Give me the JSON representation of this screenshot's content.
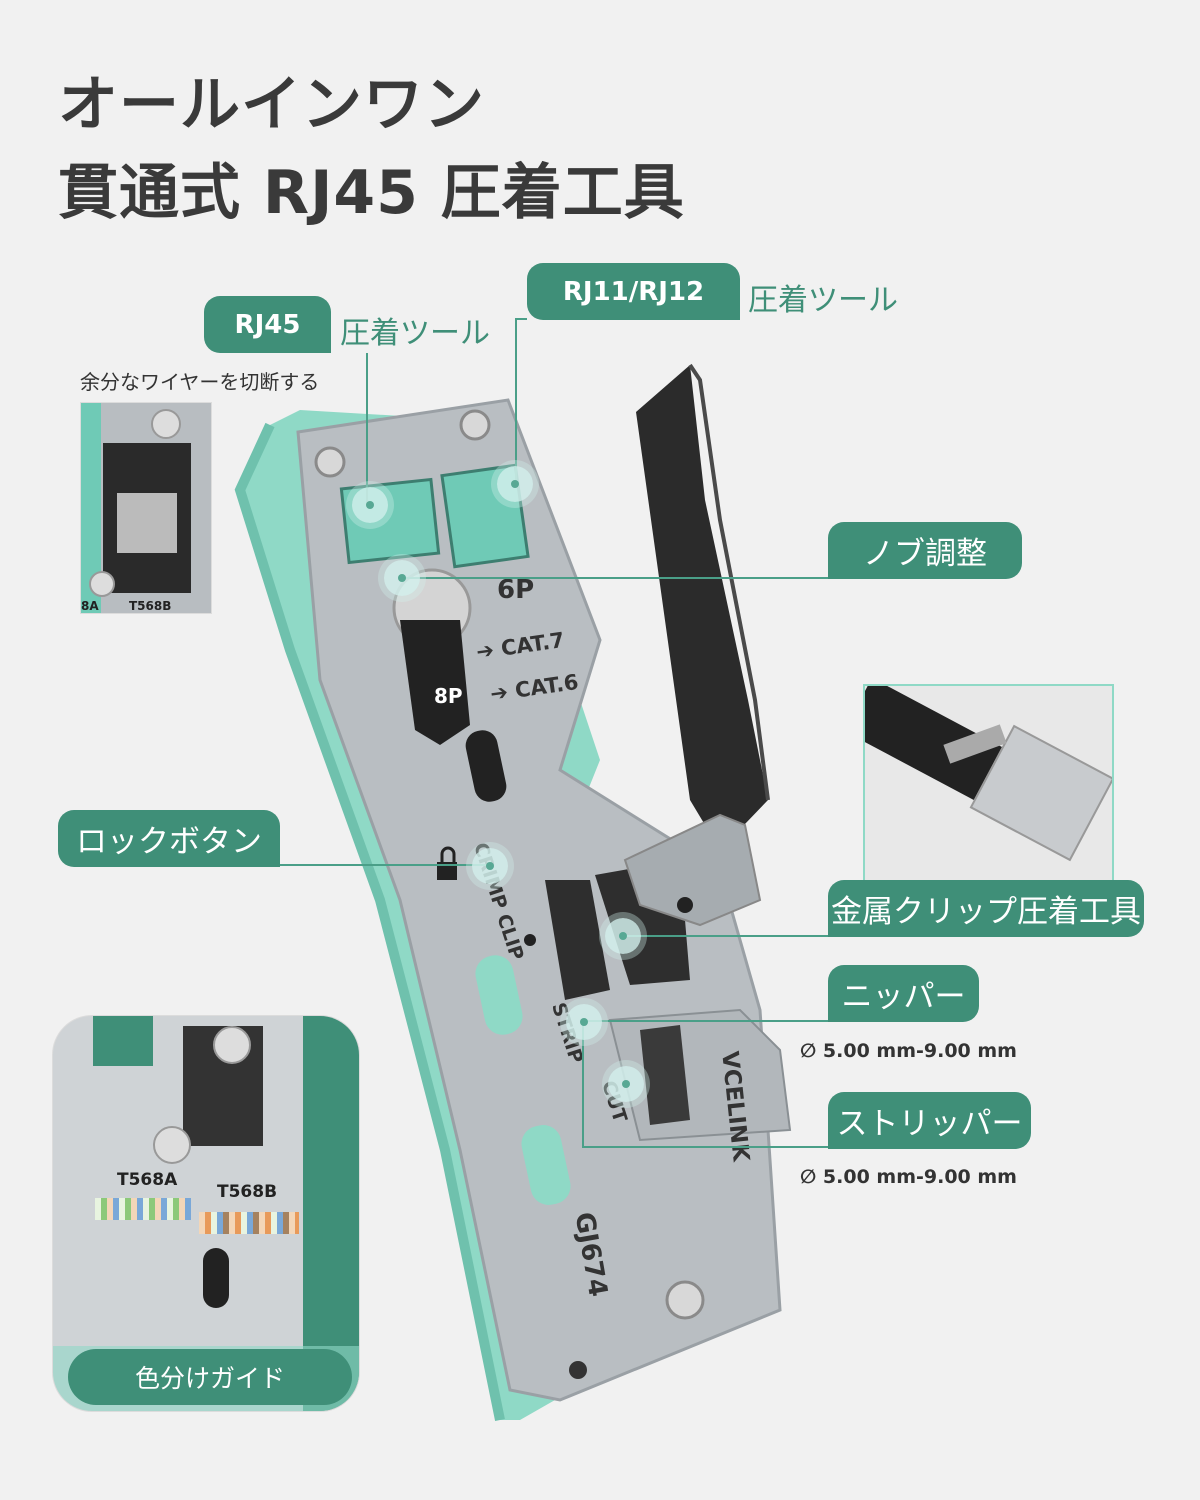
{
  "title": {
    "line1": "オールインワン",
    "line2": "貫通式 RJ45 圧着工具"
  },
  "callouts": {
    "rj45": {
      "badge": "RJ45",
      "label": "圧着ツール"
    },
    "rj11": {
      "badge": "RJ11/RJ12",
      "label": "圧着ツール"
    },
    "cut_extra_wire": "余分なワイヤーを切断する",
    "knob": "ノブ調整",
    "lock": "ロックボタン",
    "metal_clip": "金属クリップ圧着工具",
    "nipper": {
      "label": "ニッパー",
      "spec": "5.00 mm-9.00 mm"
    },
    "stripper": {
      "label": "ストリッパー",
      "spec": "5.00 mm-9.00 mm"
    },
    "color_guide": "色分けガイド"
  },
  "diameter_symbol": "∅",
  "tool_markings": {
    "p6": "6P",
    "p8": "8P",
    "cat7": "CAT.7",
    "cat6": "CAT.6",
    "crimp_clip": "CRIMP CLIP",
    "strip": "STRIP",
    "cut": "CUT",
    "brand": "VCELINK",
    "model": "GJ674",
    "t568a": "T568A",
    "t568b": "T568B",
    "inset_a": "8A",
    "inset_b": "T568B"
  },
  "colors": {
    "accent": "#3f8f78",
    "tool_body": "#8fd9c6",
    "steel": "#b9bec2",
    "handle": "#2b2b2b"
  }
}
